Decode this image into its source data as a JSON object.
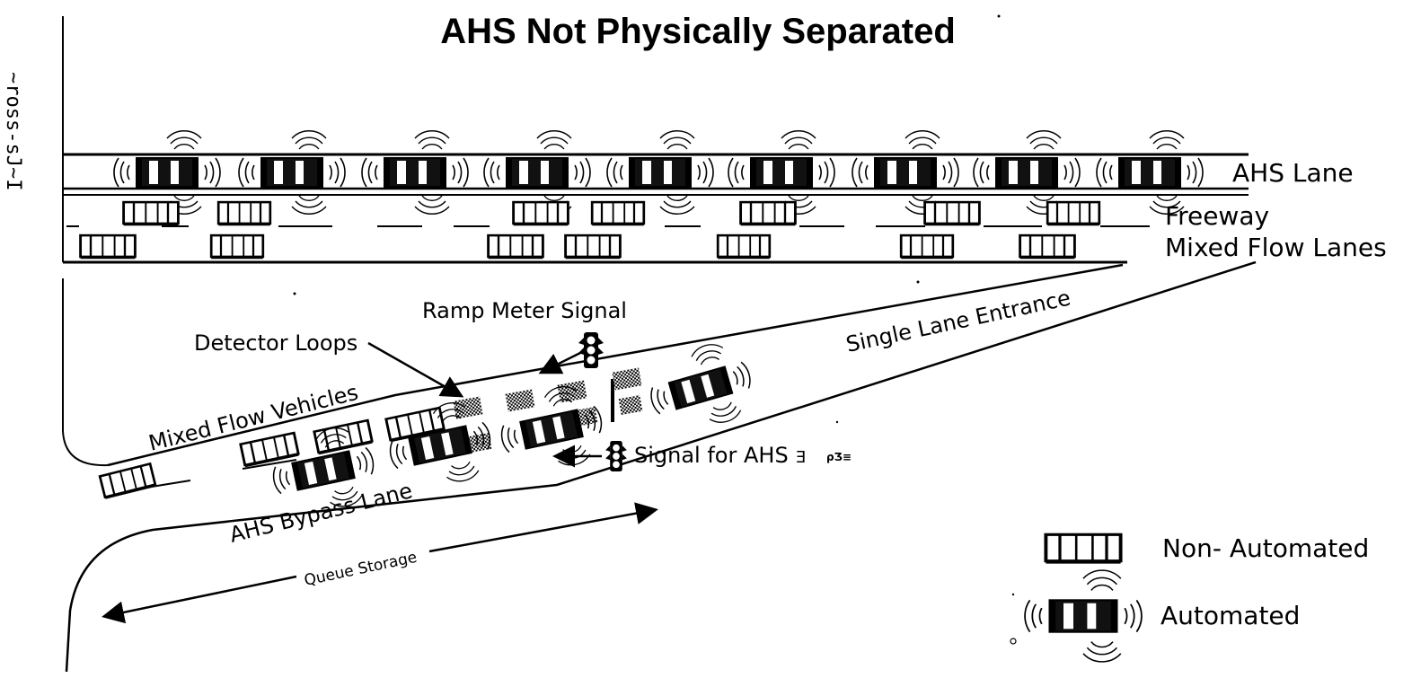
{
  "title": "AHS Not Physically Separated",
  "side_text": "~ross-sJ~I",
  "labels": {
    "ahs_lane": "AHS Lane",
    "freeway": "Freeway",
    "mixed_flow_lanes": "Mixed Flow Lanes",
    "ramp_meter_signal": "Ramp Meter Signal",
    "detector_loops": "Detector Loops",
    "single_lane_entrance": "Single Lane Entrance",
    "mixed_flow_vehicles": "Mixed Flow Vehicles",
    "signal_for_ahs": "Signal for AHS",
    "ahs_bypass_lane": "AHS Bypass Lane",
    "queue_storage": "Queue Storage"
  },
  "legend": {
    "non_automated": "Non- Automated",
    "automated": "Automated"
  },
  "artifacts": {
    "small_marks": "Ǝ",
    "small_marks_2": "ρƷ≡"
  }
}
